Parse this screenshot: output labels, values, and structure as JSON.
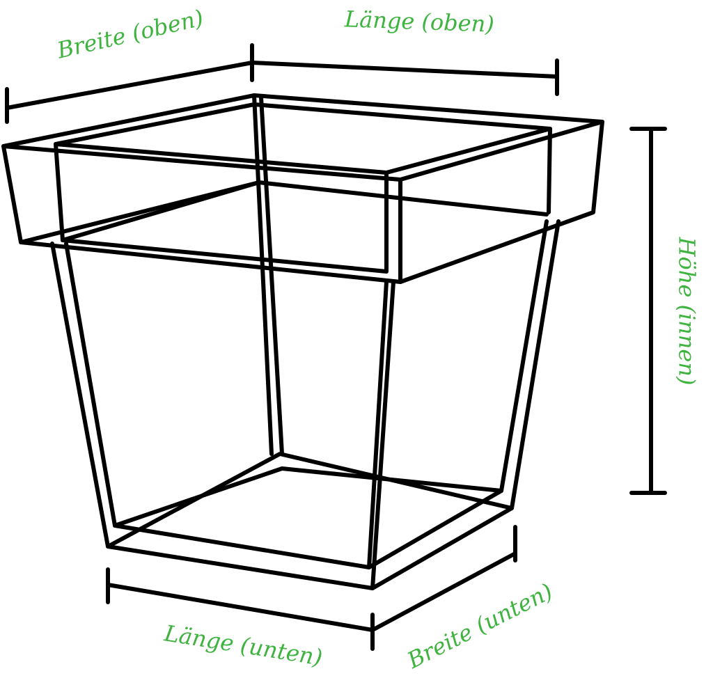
{
  "labels": {
    "width_top": "Breite (oben)",
    "length_top": "Länge (oben)",
    "height_inner": "Höhe (innen)",
    "length_bottom": "Länge (unten)",
    "width_bottom": "Breite (unten)"
  },
  "colors": {
    "label": "#3fb33f",
    "lines": "#000000"
  }
}
